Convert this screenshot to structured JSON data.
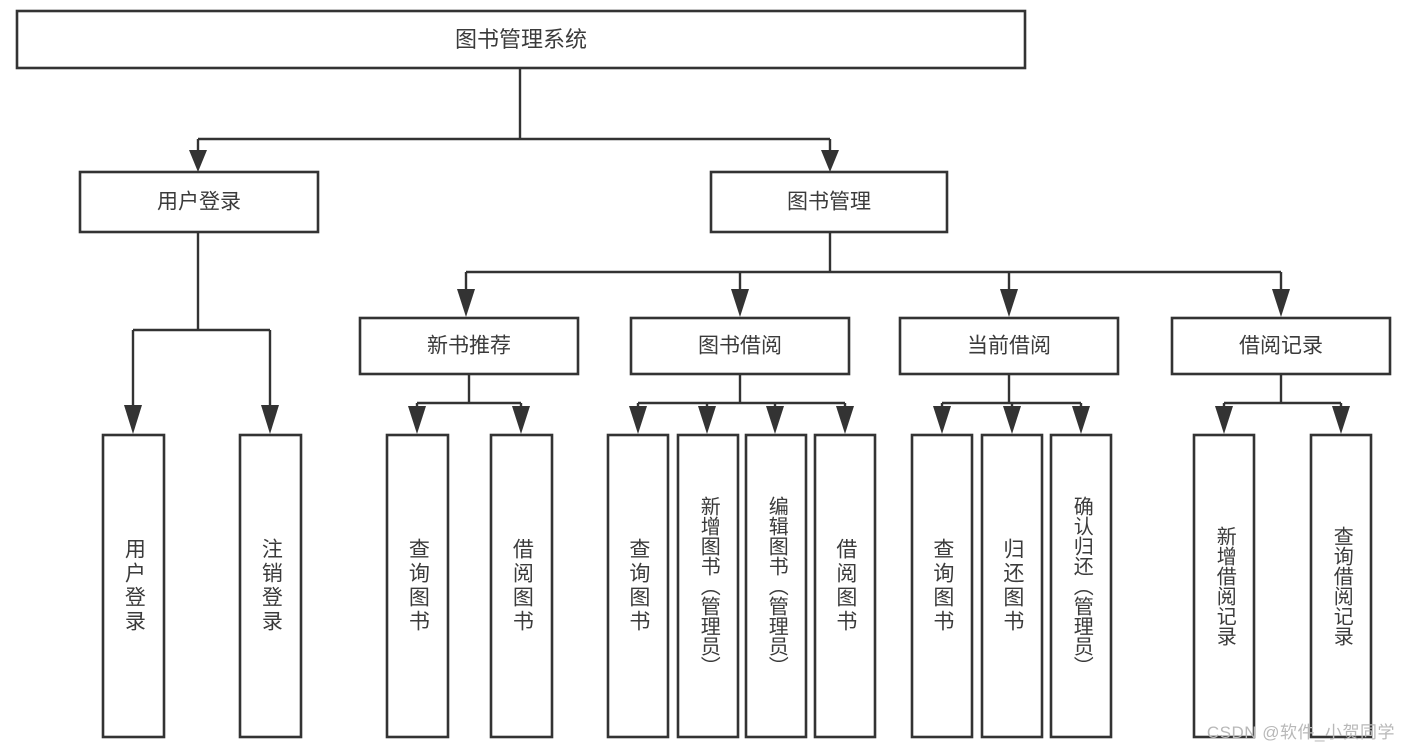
{
  "diagram": {
    "type": "tree-hierarchy-chart",
    "title": "图书管理系统",
    "colors": {
      "box_stroke": "#333333",
      "box_fill": "#ffffff",
      "text": "#3b3b3b",
      "connector": "#333333",
      "background": "#ffffff",
      "watermark": "#b8b8b8"
    },
    "root": {
      "label": "图书管理系统"
    },
    "level2": [
      {
        "label": "用户登录"
      },
      {
        "label": "图书管理"
      }
    ],
    "level3": [
      {
        "label": "新书推荐"
      },
      {
        "label": "图书借阅"
      },
      {
        "label": "当前借阅"
      },
      {
        "label": "借阅记录"
      }
    ],
    "leaves": {
      "user_login": [
        {
          "label": "用户登录"
        },
        {
          "label": "注销登录"
        }
      ],
      "new_book_recommend": [
        {
          "label": "查询图书"
        },
        {
          "label": "借阅图书"
        }
      ],
      "book_borrow": [
        {
          "label": "查询图书"
        },
        {
          "label": "新增图书（管理员）"
        },
        {
          "label": "编辑图书（管理员）"
        },
        {
          "label": "借阅图书"
        }
      ],
      "current_borrow": [
        {
          "label": "查询图书"
        },
        {
          "label": "归还图书"
        },
        {
          "label": "确认归还（管理员）"
        }
      ],
      "borrow_record": [
        {
          "label": "新增借阅记录"
        },
        {
          "label": "查询借阅记录"
        }
      ]
    }
  },
  "watermark": {
    "text": "CSDN @软件_小贺同学"
  }
}
